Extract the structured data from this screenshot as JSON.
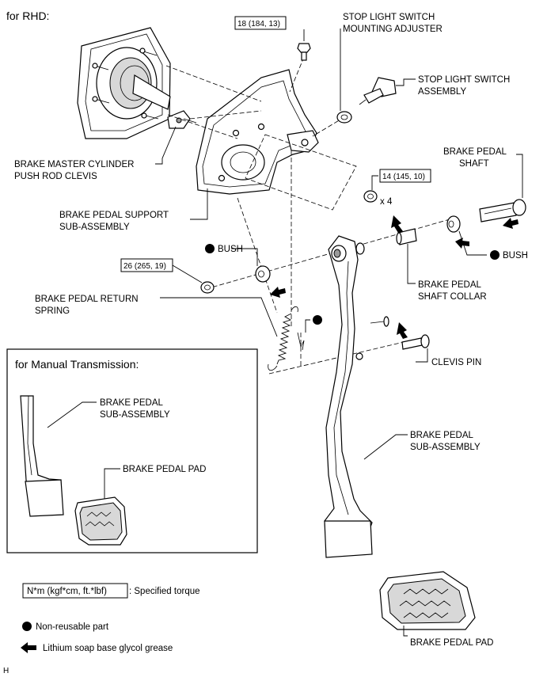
{
  "header": "for RHD:",
  "footer_mark": "H",
  "torques": {
    "t1": "18 (184, 13)",
    "t2": "14 (145, 10)",
    "t3": "26 (265, 19)"
  },
  "qty_x4": "x 4",
  "labels": {
    "stop_light_adjuster_1": "STOP LIGHT SWITCH",
    "stop_light_adjuster_2": "MOUNTING ADJUSTER",
    "stop_light_switch_1": "STOP LIGHT SWITCH",
    "stop_light_switch_2": "ASSEMBLY",
    "brake_pedal_shaft_1": "BRAKE PEDAL",
    "brake_pedal_shaft_2": "SHAFT",
    "master_cyl_clevis_1": "BRAKE MASTER CYLINDER",
    "master_cyl_clevis_2": "PUSH ROD CLEVIS",
    "support_sub_1": "BRAKE PEDAL SUPPORT",
    "support_sub_2": "SUB-ASSEMBLY",
    "bush_left": "BUSH",
    "bush_right": "BUSH",
    "shaft_collar_1": "BRAKE PEDAL",
    "shaft_collar_2": "SHAFT COLLAR",
    "return_spring_1": "BRAKE PEDAL RETURN",
    "return_spring_2": "SPRING",
    "clevis_pin": "CLEVIS PIN",
    "pedal_sub_1": "BRAKE PEDAL",
    "pedal_sub_2": "SUB-ASSEMBLY",
    "pedal_pad": "BRAKE PEDAL PAD"
  },
  "inset": {
    "title": "for Manual Transmission:",
    "pedal_sub_1": "BRAKE PEDAL",
    "pedal_sub_2": "SUB-ASSEMBLY",
    "pedal_pad": "BRAKE PEDAL PAD"
  },
  "legend": {
    "torque_box": "N*m (kgf*cm, ft.*lbf)",
    "torque_text": ": Specified torque",
    "non_reusable": "Non-reusable part",
    "grease": "Lithium soap base glycol grease"
  }
}
